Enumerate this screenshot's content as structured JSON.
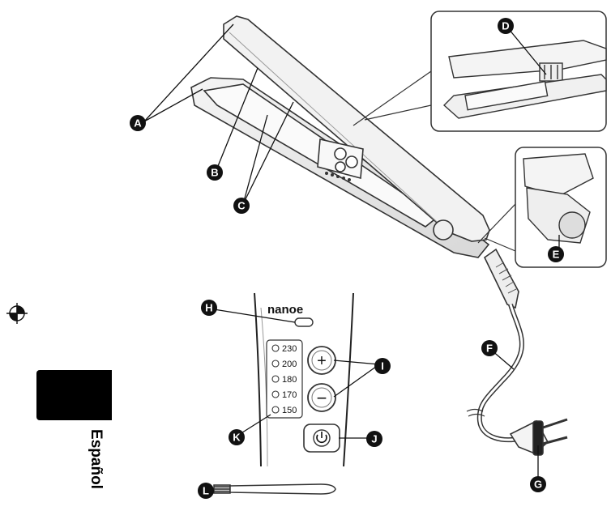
{
  "language_tab": "Español",
  "brand_logo_text": "nanoe",
  "callouts": [
    "A",
    "B",
    "C",
    "D",
    "E",
    "F",
    "G",
    "H",
    "I",
    "J",
    "K",
    "L"
  ],
  "temperatures": [
    "230",
    "200",
    "180",
    "170",
    "150"
  ],
  "controls": {
    "plus": "+",
    "minus": "−"
  }
}
